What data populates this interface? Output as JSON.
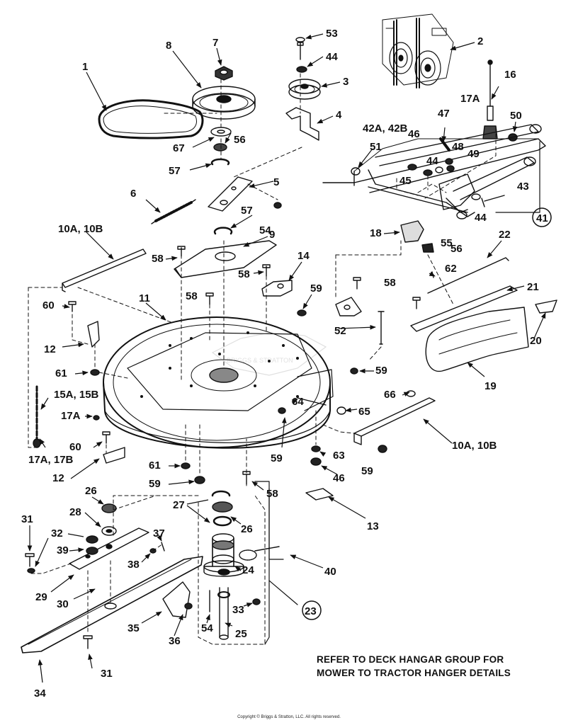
{
  "note_lines": [
    "REFER TO DECK HANGAR GROUP FOR",
    "MOWER TO TRACTOR HANGER DETAILS"
  ],
  "watermark": "BRIGGS & STRATTON",
  "copyright": "Copyright © Briggs & Stratton, LLC. All rights reserved.",
  "callouts": [
    {
      "id": "c1",
      "text": "1"
    },
    {
      "id": "c8",
      "text": "8"
    },
    {
      "id": "c7",
      "text": "7"
    },
    {
      "id": "c53",
      "text": "53"
    },
    {
      "id": "c44a",
      "text": "44"
    },
    {
      "id": "c3",
      "text": "3"
    },
    {
      "id": "c2",
      "text": "2"
    },
    {
      "id": "c16",
      "text": "16"
    },
    {
      "id": "c17Aa",
      "text": "17A"
    },
    {
      "id": "c4",
      "text": "4"
    },
    {
      "id": "c47",
      "text": "47"
    },
    {
      "id": "c50",
      "text": "50"
    },
    {
      "id": "c42",
      "text": "42A, 42B"
    },
    {
      "id": "c46a",
      "text": "46"
    },
    {
      "id": "c48",
      "text": "48"
    },
    {
      "id": "c49",
      "text": "49"
    },
    {
      "id": "c51",
      "text": "51"
    },
    {
      "id": "c44b",
      "text": "44"
    },
    {
      "id": "c45",
      "text": "45"
    },
    {
      "id": "c43",
      "text": "43"
    },
    {
      "id": "c44c",
      "text": "44"
    },
    {
      "id": "c41",
      "text": "41"
    },
    {
      "id": "c56b",
      "text": "56"
    },
    {
      "id": "c67",
      "text": "67"
    },
    {
      "id": "c56a",
      "text": "56"
    },
    {
      "id": "c57a",
      "text": "57"
    },
    {
      "id": "c5",
      "text": "5"
    },
    {
      "id": "c6",
      "text": "6"
    },
    {
      "id": "c57b",
      "text": "57"
    },
    {
      "id": "c54a",
      "text": "54"
    },
    {
      "id": "c18",
      "text": "18"
    },
    {
      "id": "c55",
      "text": "55"
    },
    {
      "id": "c22",
      "text": "22"
    },
    {
      "id": "c10a",
      "text": "10A, 10B"
    },
    {
      "id": "c9",
      "text": "9"
    },
    {
      "id": "c58a",
      "text": "58"
    },
    {
      "id": "c58b",
      "text": "58"
    },
    {
      "id": "c14",
      "text": "14"
    },
    {
      "id": "c62",
      "text": "62"
    },
    {
      "id": "c21",
      "text": "21"
    },
    {
      "id": "c58c",
      "text": "58"
    },
    {
      "id": "c58d",
      "text": "58"
    },
    {
      "id": "c11",
      "text": "11"
    },
    {
      "id": "c59a",
      "text": "59"
    },
    {
      "id": "c60a",
      "text": "60"
    },
    {
      "id": "c20",
      "text": "20"
    },
    {
      "id": "c52",
      "text": "52"
    },
    {
      "id": "c12a",
      "text": "12"
    },
    {
      "id": "c59b",
      "text": "59"
    },
    {
      "id": "c19",
      "text": "19"
    },
    {
      "id": "c61a",
      "text": "61"
    },
    {
      "id": "c15",
      "text": "15A, 15B"
    },
    {
      "id": "c66",
      "text": "66"
    },
    {
      "id": "c64",
      "text": "64"
    },
    {
      "id": "c65",
      "text": "65"
    },
    {
      "id": "c17Ab",
      "text": "17A"
    },
    {
      "id": "c10b",
      "text": "10A, 10B"
    },
    {
      "id": "c60b",
      "text": "60"
    },
    {
      "id": "c17AB",
      "text": "17A, 17B"
    },
    {
      "id": "c59c",
      "text": "59"
    },
    {
      "id": "c63",
      "text": "63"
    },
    {
      "id": "c12b",
      "text": "12"
    },
    {
      "id": "c61b",
      "text": "61"
    },
    {
      "id": "c59d",
      "text": "59"
    },
    {
      "id": "c46b",
      "text": "46"
    },
    {
      "id": "c59e",
      "text": "59"
    },
    {
      "id": "c58e",
      "text": "58"
    },
    {
      "id": "c13",
      "text": "13"
    },
    {
      "id": "c26a",
      "text": "26"
    },
    {
      "id": "c27",
      "text": "27"
    },
    {
      "id": "c26b",
      "text": "26"
    },
    {
      "id": "c28",
      "text": "28"
    },
    {
      "id": "c31a",
      "text": "31"
    },
    {
      "id": "c37",
      "text": "37"
    },
    {
      "id": "c32",
      "text": "32"
    },
    {
      "id": "c39",
      "text": "39"
    },
    {
      "id": "c38",
      "text": "38"
    },
    {
      "id": "c24",
      "text": "24"
    },
    {
      "id": "c40",
      "text": "40"
    },
    {
      "id": "c29",
      "text": "29"
    },
    {
      "id": "c30",
      "text": "30"
    },
    {
      "id": "c23",
      "text": "23"
    },
    {
      "id": "c33",
      "text": "33"
    },
    {
      "id": "c54b",
      "text": "54"
    },
    {
      "id": "c25",
      "text": "25"
    },
    {
      "id": "c35",
      "text": "35"
    },
    {
      "id": "c36",
      "text": "36"
    },
    {
      "id": "c31b",
      "text": "31"
    },
    {
      "id": "c34",
      "text": "34"
    }
  ]
}
